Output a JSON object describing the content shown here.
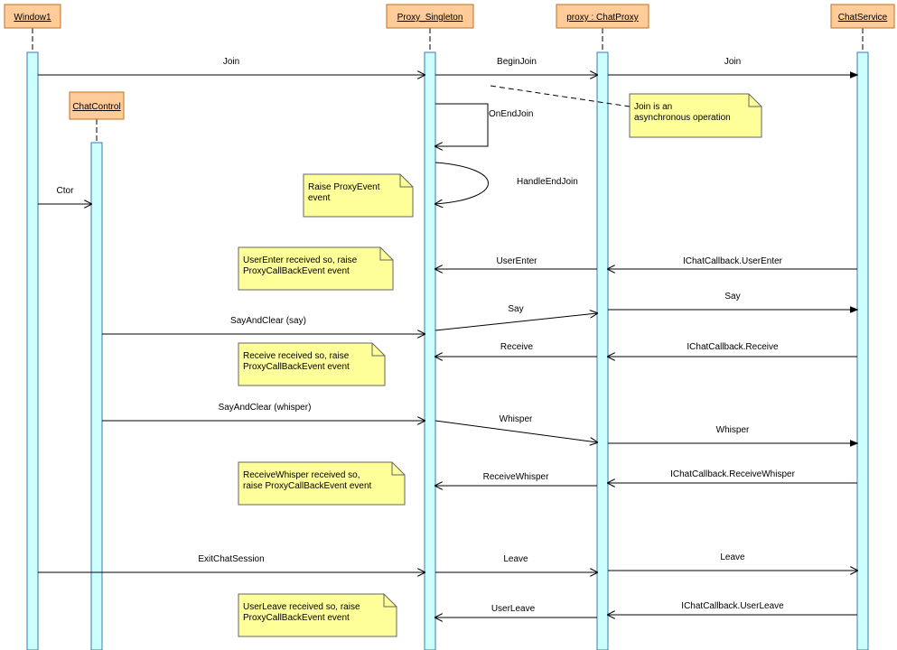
{
  "diagram": {
    "objects": [
      {
        "id": "window1",
        "label": "Window1"
      },
      {
        "id": "chatcontrol",
        "label": "ChatControl"
      },
      {
        "id": "proxy_singleton",
        "label": "Proxy_Singleton"
      },
      {
        "id": "proxy_chatproxy",
        "label": "proxy : ChatProxy"
      },
      {
        "id": "chatservice",
        "label": "ChatService"
      }
    ],
    "messages": [
      {
        "id": "join-1",
        "label": "Join",
        "from": "window1",
        "to": "proxy_singleton"
      },
      {
        "id": "beginjoin",
        "label": "BeginJoin",
        "from": "proxy_singleton",
        "to": "proxy_chatproxy"
      },
      {
        "id": "join-2",
        "label": "Join",
        "from": "proxy_chatproxy",
        "to": "chatservice"
      },
      {
        "id": "onendjoin",
        "label": "OnEndJoin",
        "from": "proxy_singleton",
        "to": "proxy_singleton"
      },
      {
        "id": "handleendjoin",
        "label": "HandleEndJoin",
        "from": "proxy_singleton",
        "to": "proxy_singleton"
      },
      {
        "id": "ctor",
        "label": "Ctor",
        "from": "window1",
        "to": "chatcontrol"
      },
      {
        "id": "userenter-cb",
        "label": "IChatCallback.UserEnter",
        "from": "chatservice",
        "to": "proxy_chatproxy"
      },
      {
        "id": "userenter",
        "label": "UserEnter",
        "from": "proxy_chatproxy",
        "to": "proxy_singleton"
      },
      {
        "id": "sayandclear-say",
        "label": "SayAndClear (say)",
        "from": "chatcontrol",
        "to": "proxy_singleton"
      },
      {
        "id": "say-1",
        "label": "Say",
        "from": "proxy_singleton",
        "to": "proxy_chatproxy"
      },
      {
        "id": "say-2",
        "label": "Say",
        "from": "proxy_chatproxy",
        "to": "chatservice"
      },
      {
        "id": "receive-cb",
        "label": "IChatCallback.Receive",
        "from": "chatservice",
        "to": "proxy_chatproxy"
      },
      {
        "id": "receive",
        "label": "Receive",
        "from": "proxy_chatproxy",
        "to": "proxy_singleton"
      },
      {
        "id": "sayandclear-whisper",
        "label": "SayAndClear (whisper)",
        "from": "chatcontrol",
        "to": "proxy_singleton"
      },
      {
        "id": "whisper-1",
        "label": "Whisper",
        "from": "proxy_singleton",
        "to": "proxy_chatproxy"
      },
      {
        "id": "whisper-2",
        "label": "Whisper",
        "from": "proxy_chatproxy",
        "to": "chatservice"
      },
      {
        "id": "receivewhisper-cb",
        "label": "IChatCallback.ReceiveWhisper",
        "from": "chatservice",
        "to": "proxy_chatproxy"
      },
      {
        "id": "receivewhisper",
        "label": "ReceiveWhisper",
        "from": "proxy_chatproxy",
        "to": "proxy_singleton"
      },
      {
        "id": "exitchatsession",
        "label": "ExitChatSession",
        "from": "window1",
        "to": "proxy_singleton"
      },
      {
        "id": "leave-1",
        "label": "Leave",
        "from": "proxy_singleton",
        "to": "proxy_chatproxy"
      },
      {
        "id": "leave-2",
        "label": "Leave",
        "from": "proxy_chatproxy",
        "to": "chatservice"
      },
      {
        "id": "userleave-cb",
        "label": "IChatCallback.UserLeave",
        "from": "chatservice",
        "to": "proxy_chatproxy"
      },
      {
        "id": "userleave",
        "label": "UserLeave",
        "from": "proxy_chatproxy",
        "to": "proxy_singleton"
      }
    ],
    "notes": [
      {
        "id": "join-async",
        "lines": [
          "Join is an",
          "asynchronous operation"
        ]
      },
      {
        "id": "raise-proxyevent",
        "lines": [
          "Raise ProxyEvent",
          "event"
        ]
      },
      {
        "id": "userenter-note",
        "lines": [
          "UserEnter received so, raise",
          "ProxyCallBackEvent event"
        ]
      },
      {
        "id": "receive-note",
        "lines": [
          "Receive received so, raise",
          "ProxyCallBackEvent event"
        ]
      },
      {
        "id": "receivewhisper-note",
        "lines": [
          "ReceiveWhisper received so,",
          "raise ProxyCallBackEvent event"
        ]
      },
      {
        "id": "userleave-note",
        "lines": [
          "UserLeave received so, raise",
          "ProxyCallBackEvent event"
        ]
      }
    ]
  },
  "colors": {
    "object_fill": "#ffcc99",
    "object_stroke": "#c07020",
    "activation_fill": "#ccffff",
    "activation_stroke": "#3a7ab0",
    "note_fill": "#ffff99",
    "note_stroke": "#666666",
    "line": "#000000"
  }
}
